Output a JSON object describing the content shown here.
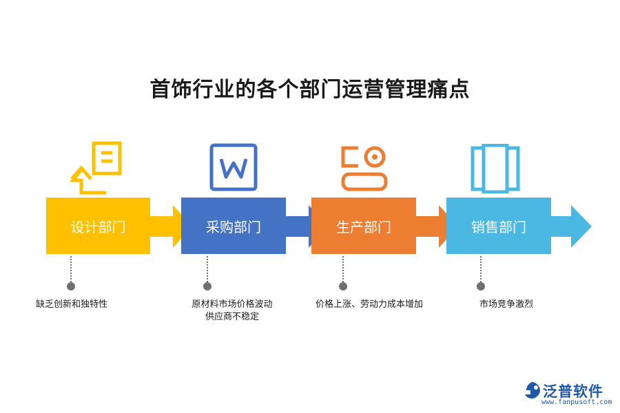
{
  "title": "首饰行业的各个部门运营管理痛点",
  "departments": [
    {
      "label": "设计部门",
      "color": "#FFC000",
      "icon": "design-return-icon",
      "notes": [
        "缺乏创新和独特性"
      ]
    },
    {
      "label": "采购部门",
      "color": "#4472C4",
      "icon": "word-document-icon",
      "notes": [
        "原材料市场价格波动",
        "供应商不稳定"
      ]
    },
    {
      "label": "生产部门",
      "color": "#ED7D31",
      "icon": "production-panel-icon",
      "notes": [
        "价格上涨、劳动力成本增加"
      ]
    },
    {
      "label": "销售部门",
      "color": "#4BB8E3",
      "icon": "sales-columns-icon",
      "notes": [
        "市场竞争激烈"
      ]
    }
  ],
  "logo": {
    "name": "泛普软件",
    "url": "www.fanpusoft.com"
  }
}
